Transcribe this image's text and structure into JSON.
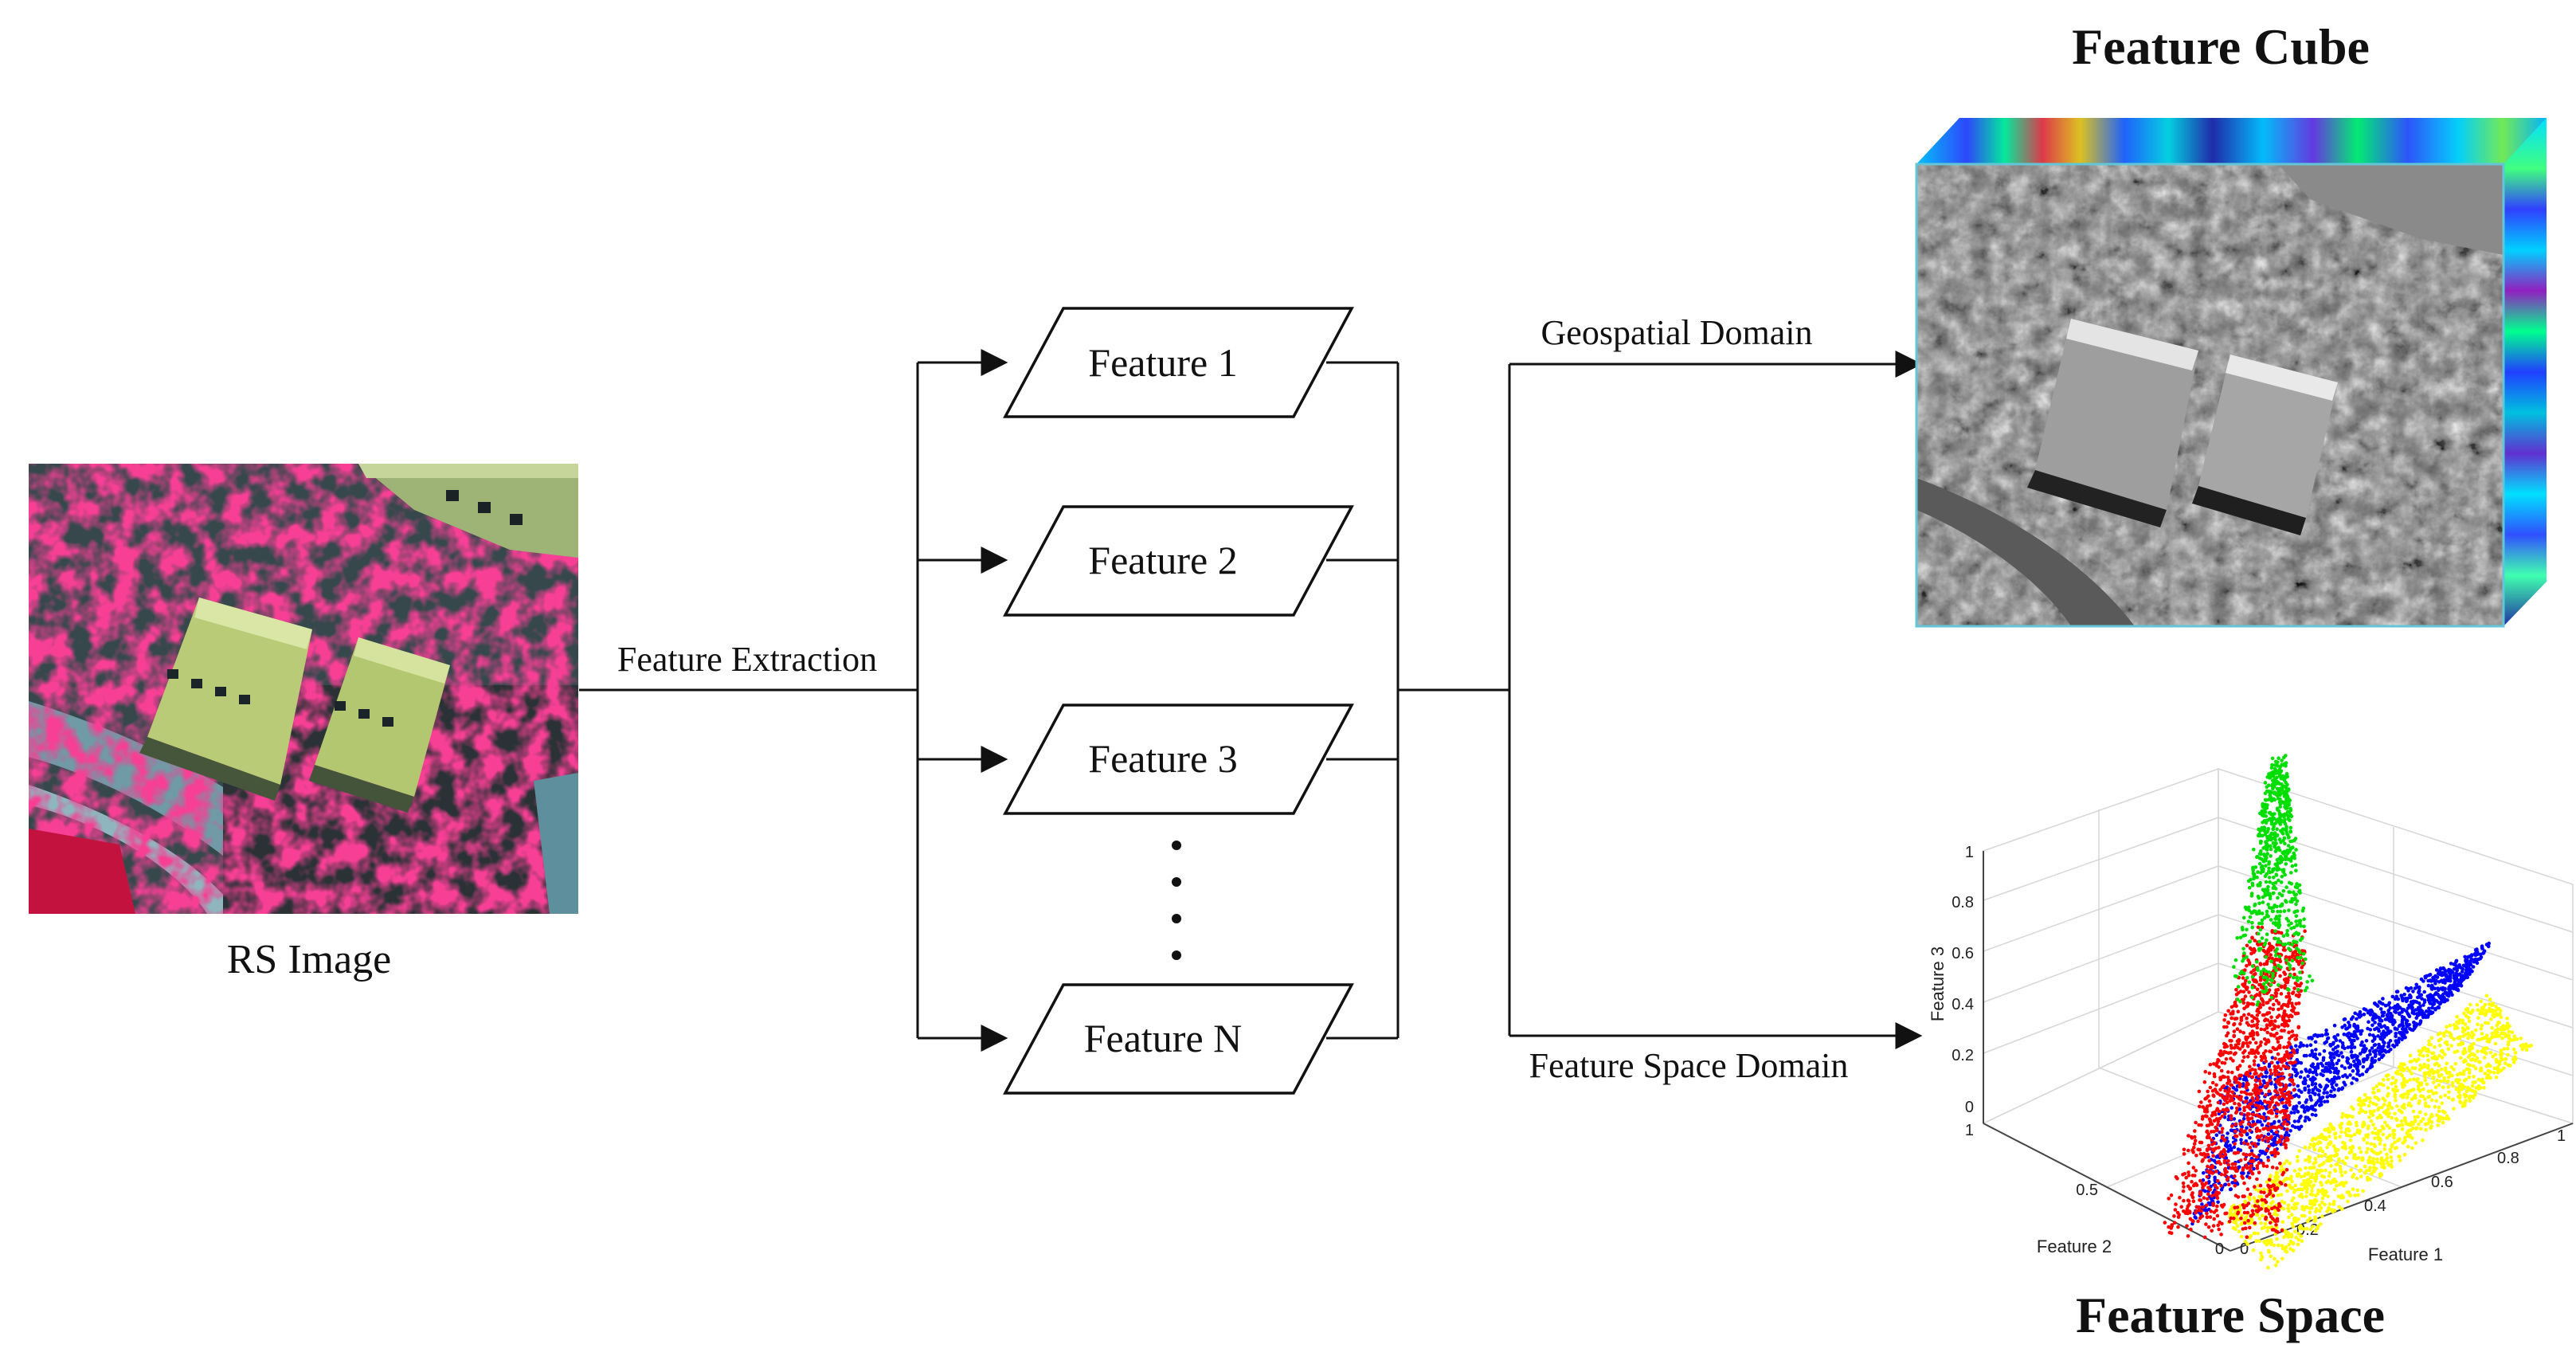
{
  "rs_image": {
    "label": "RS Image"
  },
  "extraction": {
    "label": "Feature Extraction"
  },
  "features": [
    {
      "label": "Feature 1"
    },
    {
      "label": "Feature 2"
    },
    {
      "label": "Feature 3"
    },
    {
      "label": "Feature N"
    }
  ],
  "domains": {
    "geospatial": "Geospatial Domain",
    "feature_space": "Feature Space Domain"
  },
  "feature_cube": {
    "title": "Feature Cube"
  },
  "feature_space": {
    "title": "Feature Space",
    "axis_x_label": "Feature 1",
    "axis_y_label": "Feature 2",
    "axis_z_label": "Feature 3",
    "z_ticks": [
      "1",
      "0.8",
      "0.6",
      "0.4",
      "0.2",
      "0"
    ],
    "x_ticks": [
      "0",
      "0.2",
      "0.4",
      "0.6",
      "0.8",
      "1"
    ],
    "y_ticks": [
      "1",
      "0.5",
      "0"
    ],
    "cluster_colors": [
      "#ffff00",
      "#0000ff",
      "#ff0000",
      "#00dd00"
    ]
  }
}
